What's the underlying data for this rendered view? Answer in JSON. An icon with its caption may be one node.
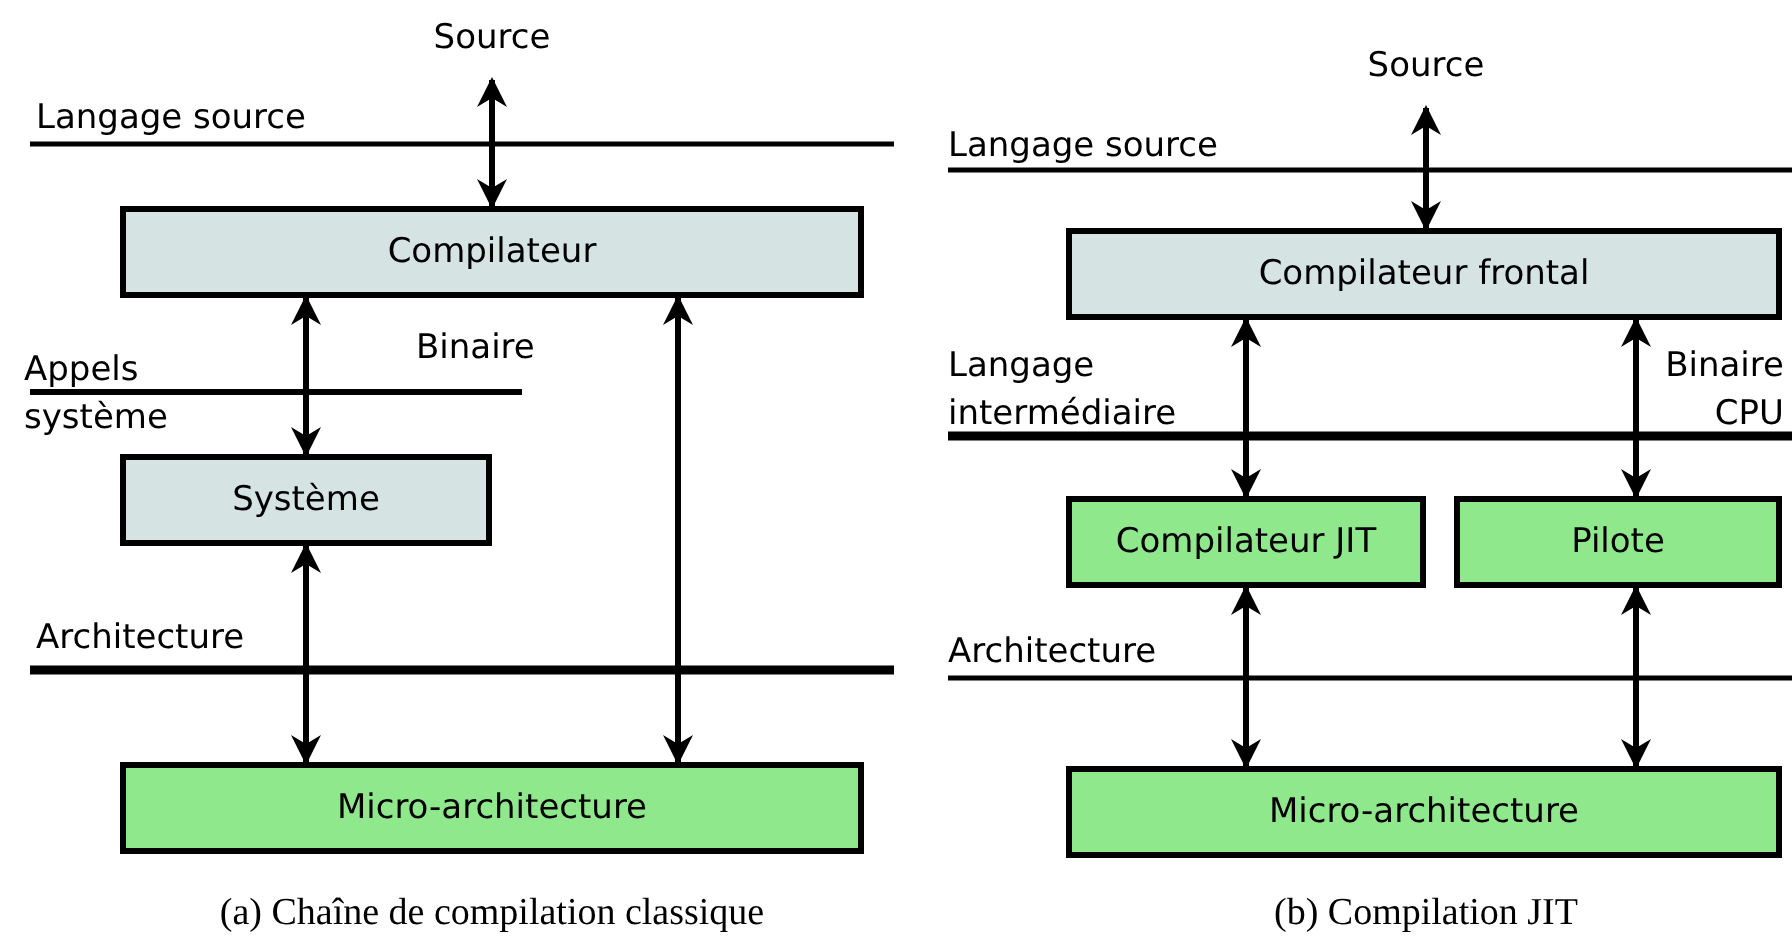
{
  "diagram": {
    "nodes": [
      {
        "text": [
          "Source"
        ]
      },
      {
        "text": [
          "Compilateur"
        ]
      },
      {
        "text": [
          "Système"
        ]
      },
      {
        "text": [
          "Micro-architecture"
        ]
      },
      {
        "text": [
          "Source"
        ]
      },
      {
        "text": [
          "Compilateur frontal"
        ]
      },
      {
        "text": [
          "Compilateur JIT"
        ]
      },
      {
        "text": [
          "Pilote"
        ]
      },
      {
        "text": [
          "Micro-architecture"
        ]
      }
    ],
    "edges": [
      {
        "from": 0,
        "to": 1,
        "arrow": "both"
      },
      {
        "from": 1,
        "to": 2,
        "arrow": "both"
      },
      {
        "from": 2,
        "to": 3,
        "arrow": "both"
      },
      {
        "from": 1,
        "to": 3,
        "arrow": "both"
      },
      {
        "from": 4,
        "to": 5,
        "arrow": "both"
      },
      {
        "from": 5,
        "to": 6,
        "arrow": "both"
      },
      {
        "from": 5,
        "to": 7,
        "arrow": "both"
      },
      {
        "from": 6,
        "to": 8,
        "arrow": "both"
      },
      {
        "from": 7,
        "to": 8,
        "arrow": "both"
      }
    ],
    "labels": [
      "Langage source",
      "Binaire",
      "Appels système",
      "Architecture",
      "(a) Chaîne de compilation classique",
      "Langage source",
      "Langage intermédiaire",
      "Binaire CPU",
      "Architecture",
      "(b) Compilation JIT"
    ]
  }
}
